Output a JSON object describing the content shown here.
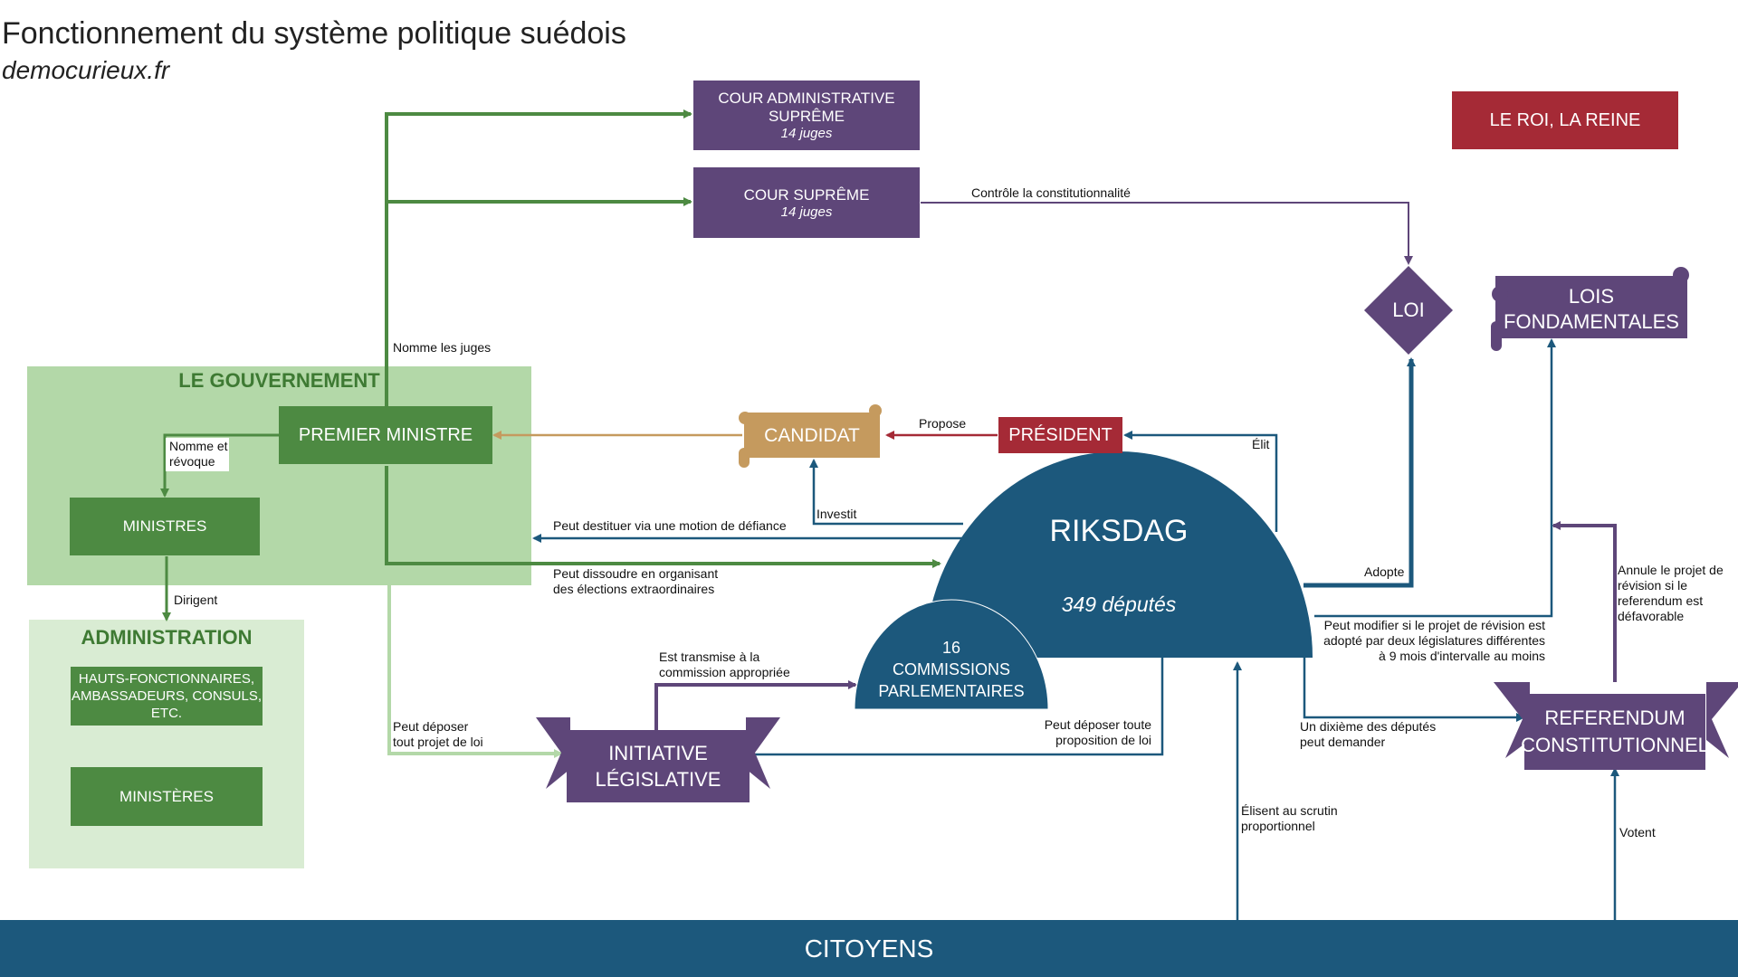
{
  "header": {
    "title": "Fonctionnement du système politique suédois",
    "source": "democurieux.fr"
  },
  "nodes": {
    "cour_admin": {
      "line1": "COUR ADMINISTRATIVE",
      "line2": "SUPRÊME",
      "sub": "14 juges"
    },
    "cour_supreme": {
      "line1": "COUR SUPRÊME",
      "sub": "14 juges"
    },
    "roi": {
      "label": "LE ROI, LA REINE"
    },
    "loi": {
      "label": "LOI"
    },
    "lois_fond": {
      "line1": "LOIS",
      "line2": "FONDAMENTALES"
    },
    "gouvernement": {
      "label": "LE GOUVERNEMENT"
    },
    "premier_ministre": {
      "label": "PREMIER MINISTRE"
    },
    "ministres": {
      "label": "MINISTRES"
    },
    "administration": {
      "label": "ADMINISTRATION"
    },
    "hauts_fonct": {
      "line1": "HAUTS-FONCTIONNAIRES,",
      "line2": "AMBASSADEURS, CONSULS,",
      "line3": "ETC."
    },
    "ministeres": {
      "label": "MINISTÈRES"
    },
    "candidat": {
      "label": "CANDIDAT"
    },
    "president": {
      "label": "PRÉSIDENT"
    },
    "riksdag": {
      "label": "RIKSDAG",
      "sub": "349 députés"
    },
    "commissions": {
      "line1": "16",
      "line2": "COMMISSIONS",
      "line3": "PARLEMENTAIRES"
    },
    "initiative": {
      "line1": "INITIATIVE",
      "line2": "LÉGISLATIVE"
    },
    "referendum": {
      "line1": "REFERENDUM",
      "line2": "CONSTITUTIONNEL"
    },
    "citoyens": {
      "label": "CITOYENS"
    }
  },
  "edges": {
    "nomme_juges": "Nomme les juges",
    "controle": "Contrôle la constitutionnalité",
    "nomme_revoque_1": "Nomme et",
    "nomme_revoque_2": "révoque",
    "dirigent": "Dirigent",
    "propose": "Propose",
    "elit": "Élit",
    "investit": "Investit",
    "destituer": "Peut destituer via une motion de défiance",
    "dissoudre_1": "Peut dissoudre en organisant",
    "dissoudre_2": "des élections extraordinaires",
    "adopte": "Adopte",
    "annule_1": "Annule le projet de",
    "annule_2": "révision si le",
    "annule_3": "referendum est",
    "annule_4": "défavorable",
    "modifier_1": "Peut modifier si le projet de révision est",
    "modifier_2": "adopté par deux législatures différentes",
    "modifier_3": "à 9 mois d'intervalle au moins",
    "transmise_1": "Est transmise à la",
    "transmise_2": "commission appropriée",
    "deposer_gov_1": "Peut déposer",
    "deposer_gov_2": "tout projet de loi",
    "deposer_riks_1": "Peut déposer toute",
    "deposer_riks_2": "proposition de loi",
    "dixieme_1": "Un dixième des députés",
    "dixieme_2": "peut demander",
    "elisent_1": "Élisent au scrutin",
    "elisent_2": "proportionnel",
    "votent": "Votent"
  },
  "colors": {
    "purple": "#5e4679",
    "green": "#4d8a42",
    "light_green": "#b3d8a8",
    "pale_green": "#d9ecd3",
    "blue": "#1c587c",
    "red": "#a52a36",
    "gold": "#c59a5e"
  }
}
